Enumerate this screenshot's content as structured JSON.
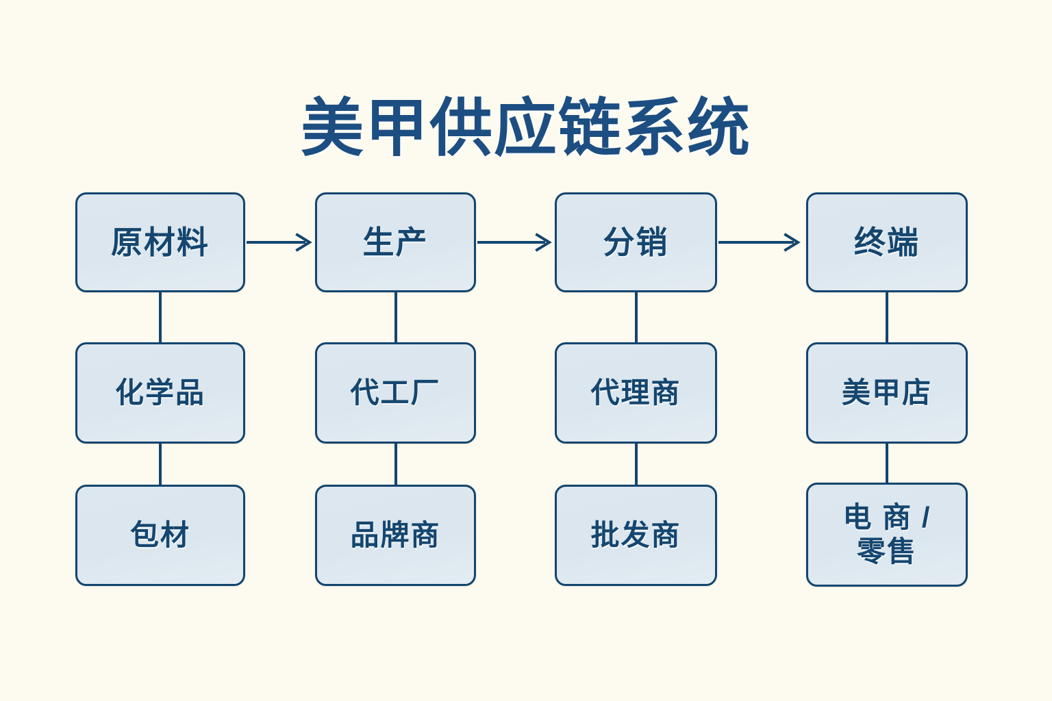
{
  "page": {
    "title": "美甲供应链系统",
    "background_color": "#fdfaef",
    "accent_color": "#14466f",
    "node_fill_color": "#dce6ee",
    "node_border_color": "#12456f"
  },
  "chart_data": {
    "type": "diagram",
    "subtype": "supply-chain-flowchart",
    "title": "美甲供应链系统",
    "orientation": "left-to-right stages, top-to-bottom sub-nodes",
    "stages": [
      {
        "id": "raw-materials",
        "label": "原材料",
        "children": [
          {
            "id": "chemicals",
            "label": "化学品"
          },
          {
            "id": "packaging",
            "label": "包材"
          }
        ]
      },
      {
        "id": "production",
        "label": "生产",
        "children": [
          {
            "id": "oem-factory",
            "label": "代工厂"
          },
          {
            "id": "brand-owner",
            "label": "品牌商"
          }
        ]
      },
      {
        "id": "distribution",
        "label": "分销",
        "children": [
          {
            "id": "agent",
            "label": "代理商"
          },
          {
            "id": "wholesaler",
            "label": "批发商"
          }
        ]
      },
      {
        "id": "terminal",
        "label": "终端",
        "children": [
          {
            "id": "nail-salon",
            "label": "美甲店"
          },
          {
            "id": "ecommerce-retail",
            "label": "电 商 /\n零售"
          }
        ]
      }
    ],
    "connections": [
      {
        "from": "raw-materials",
        "to": "production",
        "type": "arrow"
      },
      {
        "from": "production",
        "to": "distribution",
        "type": "arrow"
      },
      {
        "from": "distribution",
        "to": "terminal",
        "type": "arrow"
      },
      {
        "from": "raw-materials",
        "to": "chemicals",
        "type": "line"
      },
      {
        "from": "chemicals",
        "to": "packaging",
        "type": "line"
      },
      {
        "from": "production",
        "to": "oem-factory",
        "type": "line"
      },
      {
        "from": "oem-factory",
        "to": "brand-owner",
        "type": "line"
      },
      {
        "from": "distribution",
        "to": "agent",
        "type": "line"
      },
      {
        "from": "agent",
        "to": "wholesaler",
        "type": "line"
      },
      {
        "from": "terminal",
        "to": "nail-salon",
        "type": "line"
      },
      {
        "from": "nail-salon",
        "to": "ecommerce-retail",
        "type": "line"
      }
    ]
  }
}
